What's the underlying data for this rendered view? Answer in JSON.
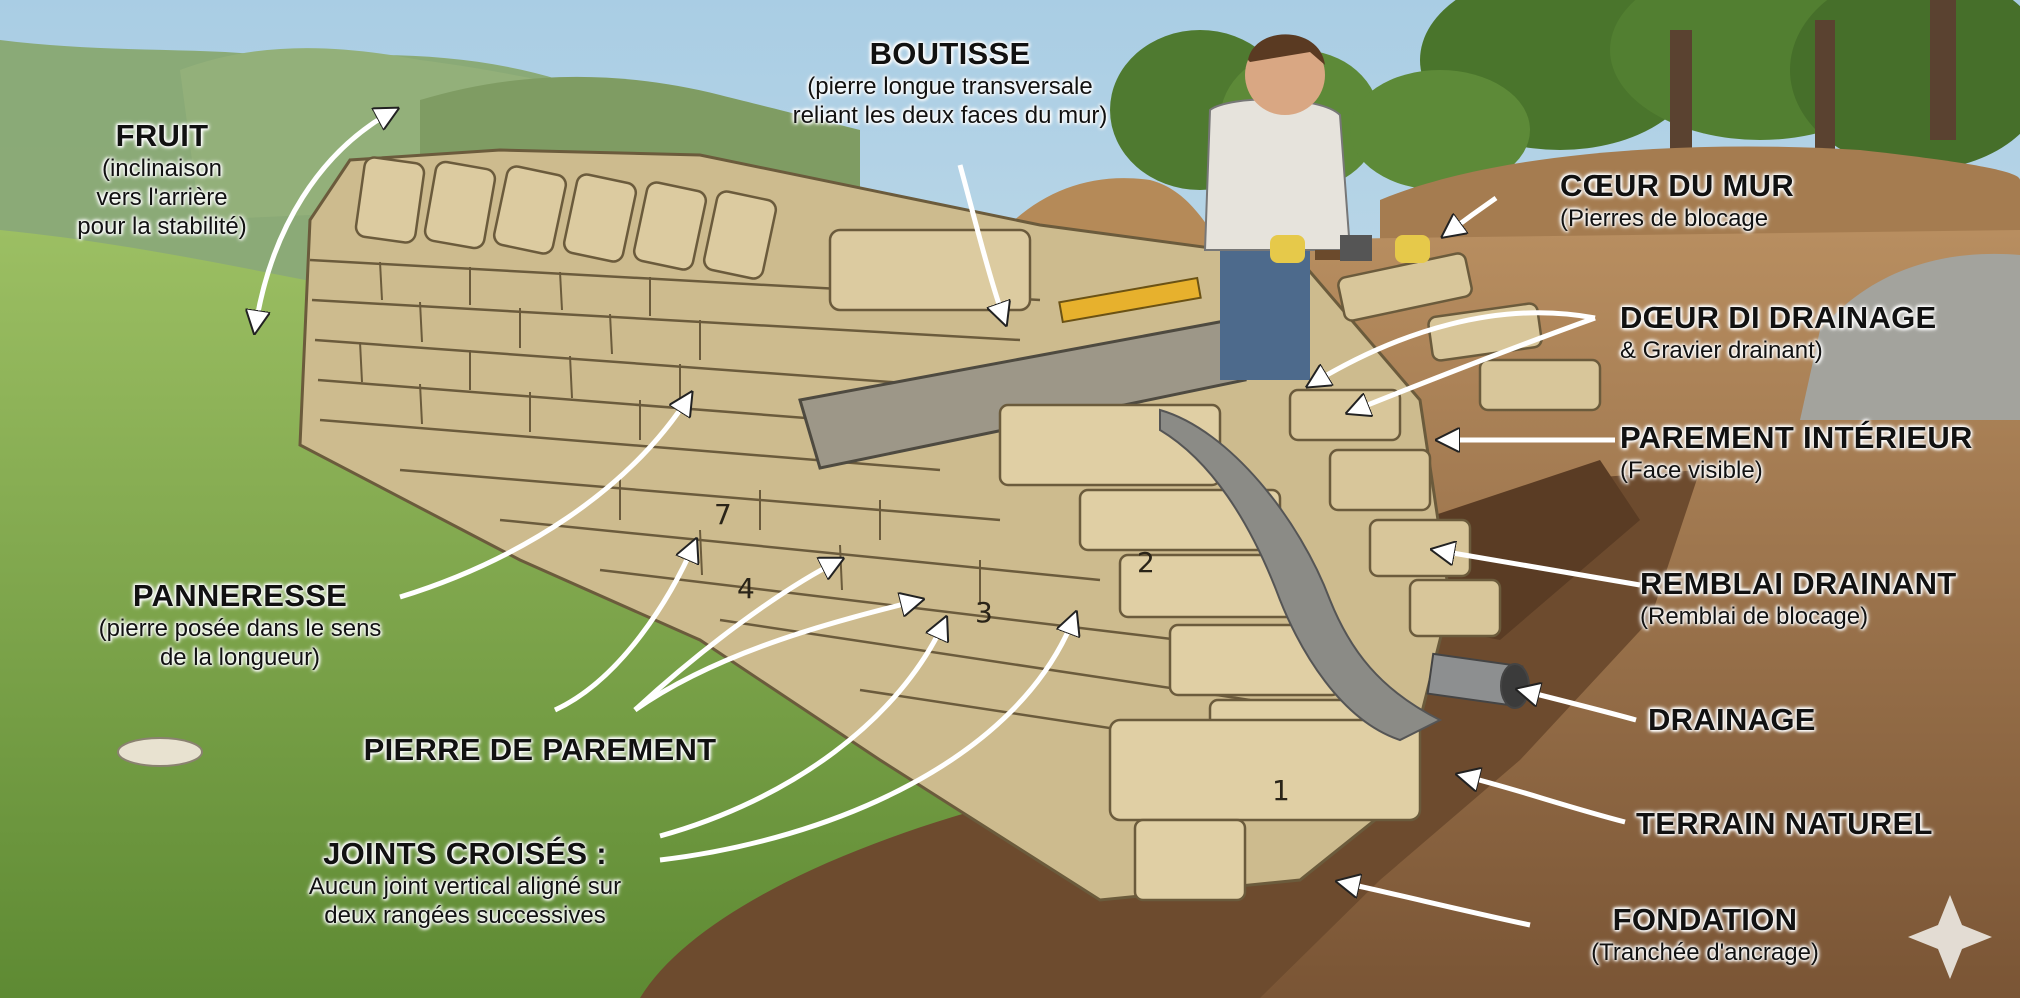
{
  "labels": {
    "fruit": {
      "title": "FRUIT",
      "lines": [
        "(inclinaison",
        "vers l'arrière",
        "pour la stabilité)"
      ]
    },
    "boutisse": {
      "title": "BOUTISSE",
      "lines": [
        "(pierre longue transversale",
        "reliant les deux faces du mur)"
      ]
    },
    "coeur": {
      "title": "CŒUR DU MUR",
      "lines": [
        "(Pierres de blocage"
      ]
    },
    "doeur": {
      "title": "DŒUR DI DRAINAGE",
      "lines": [
        "& Gravier drainant)"
      ]
    },
    "parement_interieur": {
      "title": "PAREMENT INTÉRIEUR",
      "lines": [
        "(Face visible)"
      ]
    },
    "remblai": {
      "title": "REMBLAI DRAINANT",
      "lines": [
        "(Remblai de blocage)"
      ]
    },
    "drainage": {
      "title": "DRAINAGE"
    },
    "terrain": {
      "title": "TERRAIN NATUREL"
    },
    "fondation": {
      "title": "FONDATION",
      "lines": [
        "(Tranchée d'ancrage)"
      ]
    },
    "panneresse": {
      "title": "PANNERESSE",
      "lines": [
        "(pierre posée dans le sens",
        "de la longueur)"
      ]
    },
    "pierre_parement": {
      "title": "PIERRE DE PAREMENT"
    },
    "joints": {
      "title": "JOINTS CROISÉS :",
      "lines": [
        "Aucun joint vertical aligné sur",
        "deux rangées successives"
      ]
    }
  },
  "stone_numbers": [
    "1",
    "2",
    "3",
    "4",
    "7"
  ],
  "colors": {
    "sky": "#bcd6e6",
    "grass": "#7fa24c",
    "stone": "#d8c8a0",
    "soil": "#8a6440",
    "gravel": "#9a9a94"
  }
}
